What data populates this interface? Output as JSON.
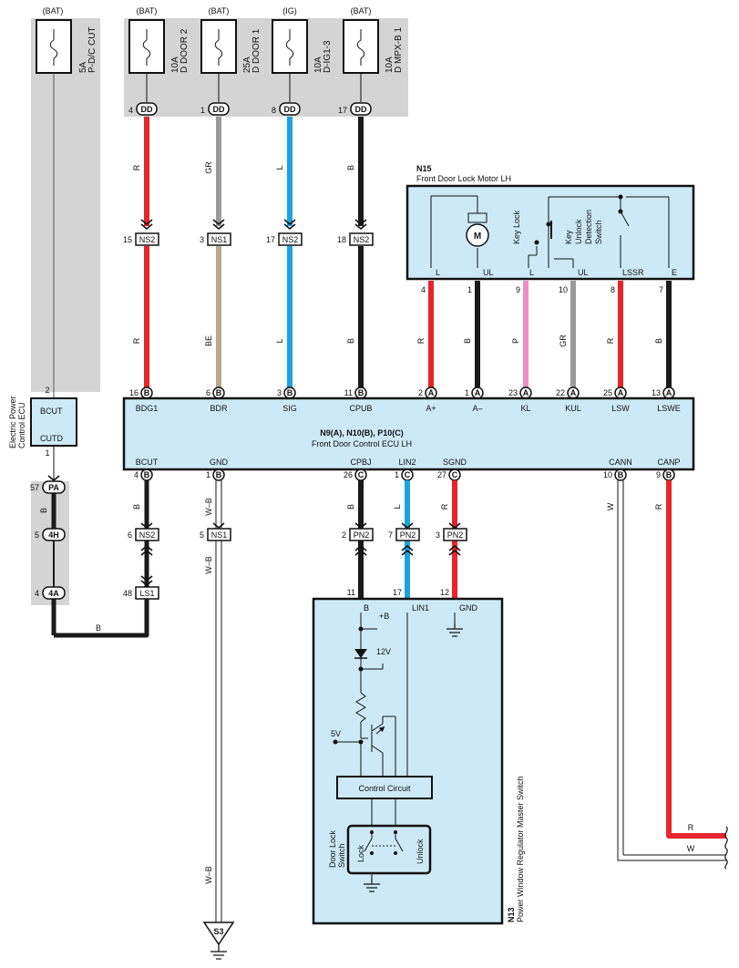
{
  "colors": {
    "red": "#e8242c",
    "gray": "#9a9a9a",
    "tan": "#b8a88c",
    "blue": "#1aa3e0",
    "black": "#1a1a1a",
    "pink": "#f08cc0",
    "box_fill": "#cde9f7",
    "column_fill": "#d4d4d4"
  },
  "fuses": [
    {
      "source": "(BAT)",
      "amp": "5A",
      "name": "P-D/C CUT"
    },
    {
      "source": "(BAT)",
      "amp": "10A",
      "name": "D DOOR 2",
      "pin": "4",
      "conn": "DD"
    },
    {
      "source": "(BAT)",
      "amp": "25A",
      "name": "D DOOR 1",
      "pin": "1",
      "conn": "DD"
    },
    {
      "source": "(IG)",
      "amp": "10A",
      "name": "D-IG1-3",
      "pin": "8",
      "conn": "DD"
    },
    {
      "source": "(BAT)",
      "amp": "10A",
      "name": "D MPX-B 1",
      "pin": "17",
      "conn": "DD"
    }
  ],
  "upper_wires": [
    {
      "upper_color": "R",
      "junction_pin": "15",
      "junction": "NS2",
      "lower_color": "R"
    },
    {
      "upper_color": "GR",
      "junction_pin": "3",
      "junction": "NS1",
      "lower_color": "BE"
    },
    {
      "upper_color": "L",
      "junction_pin": "17",
      "junction": "NS2",
      "lower_color": "L"
    },
    {
      "upper_color": "B",
      "junction_pin": "18",
      "junction": "NS2",
      "lower_color": "B"
    }
  ],
  "motor": {
    "id": "N15",
    "title": "Front Door Lock Motor LH",
    "motor_symbol": "M",
    "key_lock": "Key Lock",
    "key_unlock_1": "Key",
    "key_unlock_2": "Unlock",
    "key_unlock_3": "Detection",
    "key_unlock_4": "Switch",
    "terminals": [
      {
        "label": "L",
        "pin": "4",
        "wire": "R",
        "ecu_pin": "2",
        "ecu_conn": "A",
        "ecu_label": "A+"
      },
      {
        "label": "UL",
        "pin": "1",
        "wire": "B",
        "ecu_pin": "1",
        "ecu_conn": "A",
        "ecu_label": "A–"
      },
      {
        "label": "L",
        "pin": "9",
        "wire": "P",
        "ecu_pin": "23",
        "ecu_conn": "A",
        "ecu_label": "KL"
      },
      {
        "label": "UL",
        "pin": "10",
        "wire": "GR",
        "ecu_pin": "22",
        "ecu_conn": "A",
        "ecu_label": "KUL"
      },
      {
        "label": "LSSR",
        "pin": "8",
        "wire": "R",
        "ecu_pin": "25",
        "ecu_conn": "A",
        "ecu_label": "LSW"
      },
      {
        "label": "E",
        "pin": "7",
        "wire": "B",
        "ecu_pin": "13",
        "ecu_conn": "A",
        "ecu_label": "LSWE"
      }
    ]
  },
  "ecu_top_pins": [
    {
      "pin": "16",
      "conn": "B",
      "label": "BDG1"
    },
    {
      "pin": "6",
      "conn": "B",
      "label": "BDR"
    },
    {
      "pin": "3",
      "conn": "B",
      "label": "SIG"
    },
    {
      "pin": "11",
      "conn": "B",
      "label": "CPUB"
    }
  ],
  "ecu": {
    "title": "N9(A), N10(B), P10(C)",
    "name": "Front Door Control ECU LH",
    "bottom_pins": [
      {
        "pin": "4",
        "conn": "B",
        "label": "BCUT"
      },
      {
        "pin": "1",
        "conn": "B",
        "label": "GND"
      },
      {
        "pin": "26",
        "conn": "C",
        "label": "CPBJ"
      },
      {
        "pin": "1",
        "conn": "C",
        "label": "LIN2"
      },
      {
        "pin": "27",
        "conn": "C",
        "label": "SGND"
      },
      {
        "pin": "10",
        "conn": "B",
        "label": "CANN"
      },
      {
        "pin": "9",
        "conn": "B",
        "label": "CANP"
      }
    ]
  },
  "power_ecu": {
    "name_1": "Electric Power",
    "name_2": "Control ECU",
    "pin_top": "2",
    "term_top": "BCUT",
    "term_bottom": "CUTD",
    "pin_bottom": "1"
  },
  "left_chain": [
    {
      "pin": "57",
      "conn": "PA"
    },
    {
      "pin": "5",
      "conn": "4H"
    },
    {
      "pin": "4",
      "conn": "4A"
    }
  ],
  "bcut_chain": [
    {
      "pin": "6",
      "conn": "NS2"
    },
    {
      "pin": "48",
      "conn": "LS1"
    }
  ],
  "wire_labels": {
    "left_b": "B",
    "bcut_b": "B",
    "bottom_b": "B",
    "gnd_w1": "W–B",
    "gnd_w2": "W–B",
    "gnd_w3": "W–B",
    "cpbj_b": "B",
    "lin_l": "L",
    "sgnd_r": "R",
    "cann_w": "W",
    "canp_r": "R",
    "out_r": "R",
    "out_w": "W"
  },
  "gnd_junction": {
    "pin": "5",
    "conn": "NS1"
  },
  "ground_point": "S3",
  "pn2_junctions": [
    {
      "pin": "2",
      "conn": "PN2",
      "below": "11"
    },
    {
      "pin": "7",
      "conn": "PN2",
      "below": "17"
    },
    {
      "pin": "3",
      "conn": "PN2",
      "below": "12"
    }
  ],
  "master_switch": {
    "id": "N13",
    "name": "Power Window Regulator Master Switch",
    "term_b": "B",
    "term_lin": "LIN1",
    "term_gnd": "GND",
    "plus_b": "+B",
    "v12": "12V",
    "v5": "5V",
    "control": "Control Circuit",
    "door_lock_1": "Door Lock",
    "door_lock_2": "Switch",
    "lock": "Lock",
    "unlock": "Unlock"
  }
}
